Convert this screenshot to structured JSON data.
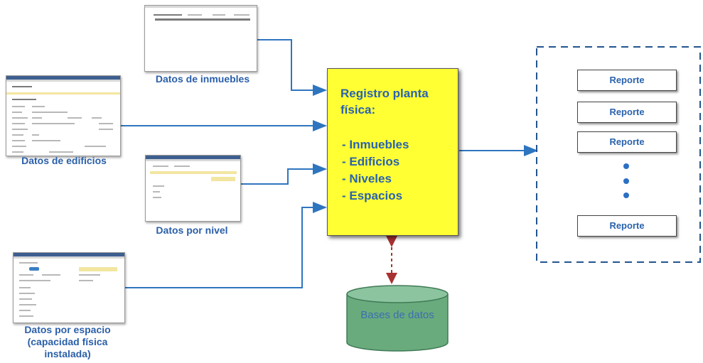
{
  "inputs": [
    {
      "label": "Datos de inmuebles"
    },
    {
      "label": "Datos de edificios"
    },
    {
      "label": "Datos por nivel"
    },
    {
      "label": "Datos por espacio\n(capacidad física\ninstalada)"
    }
  ],
  "central": {
    "title": "Registro planta física:",
    "items": [
      "- Inmuebles",
      "- Edificios",
      "- Niveles",
      "- Espacios"
    ]
  },
  "database": {
    "label": "Bases de datos"
  },
  "reports": [
    "Reporte",
    "Reporte",
    "Reporte",
    "Reporte"
  ],
  "colors": {
    "process_fill": "#ffff33",
    "accent_text": "#2b63ad",
    "arrow": "#2e75c0",
    "db_fill": "#6aab7e",
    "db_border": "#3f7a55",
    "db_link": "#a83232"
  }
}
